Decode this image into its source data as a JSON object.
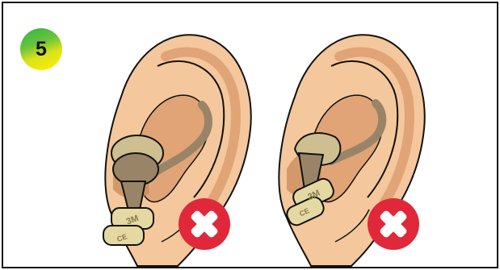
{
  "step": {
    "number": "5",
    "badge_gradient": [
      "#2fb34a",
      "#fff200"
    ]
  },
  "colors": {
    "skin": "#f4c79c",
    "skin_shadow": "#e0a477",
    "skin_deep": "#c98a5a",
    "earplug_body": "#9a8467",
    "earplug_tip": "#cdbf8f",
    "earplug_stem": "#e5d9a3",
    "reject_red": "#e0283a",
    "outline": "#111111"
  },
  "panels": [
    {
      "id": "left",
      "status": "incorrect",
      "icon": "x-circle-icon",
      "earplug_marking_1": "3M",
      "earplug_marking_2": "CE"
    },
    {
      "id": "right",
      "status": "incorrect",
      "icon": "x-circle-icon",
      "earplug_marking_1": "3M",
      "earplug_marking_2": "CE"
    }
  ]
}
